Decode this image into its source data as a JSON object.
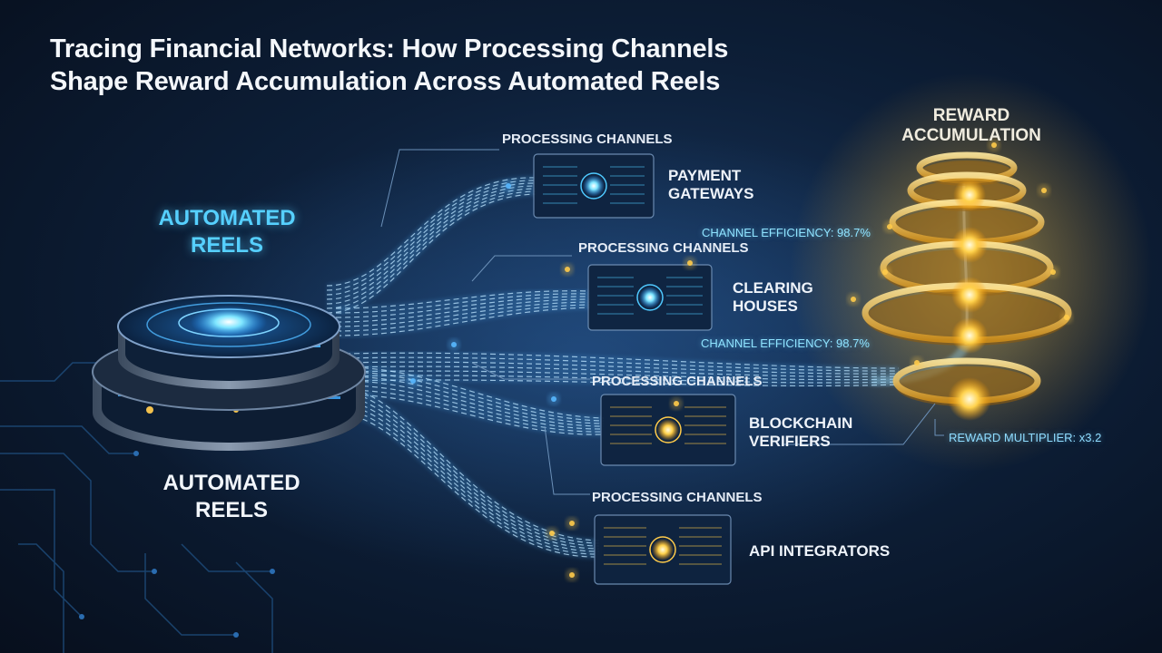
{
  "title": {
    "line1": "Tracing Financial Networks: How Processing Channels",
    "line2": "Shape Reward Accumulation Across Automated Reels"
  },
  "reels": {
    "top_line1": "AUTOMATED",
    "top_line2": "REELS",
    "bottom_line1": "AUTOMATED",
    "bottom_line2": "REELS"
  },
  "reward": {
    "line1": "REWARD",
    "line2": "ACCUMULATION",
    "multiplier": "REWARD MULTIPLIER: x3.2"
  },
  "channels": [
    {
      "tag": "PROCESSING CHANNELS",
      "line1": "PAYMENT",
      "line2": "GATEWAYS"
    },
    {
      "tag": "PROCESSING CHANNELS",
      "line1": "CLEARING",
      "line2": "HOUSES"
    },
    {
      "tag": "PROCESSING CHANNELS",
      "line1": "BLOCKCHAIN",
      "line2": "VERIFIERS"
    },
    {
      "tag": "PROCESSING CHANNELS",
      "line1": "API INTEGRATORS",
      "line2": ""
    }
  ],
  "efficiency": {
    "upper": "CHANNEL EFFICIENCY: 98.7%",
    "lower": "CHANNEL EFFICIENCY: 98.7%"
  },
  "colors": {
    "channel_blue": "#59b8ff",
    "glow_cyan": "#56d0ff",
    "reward_gold": "#ffcb4a",
    "background": "#0d1f38"
  }
}
